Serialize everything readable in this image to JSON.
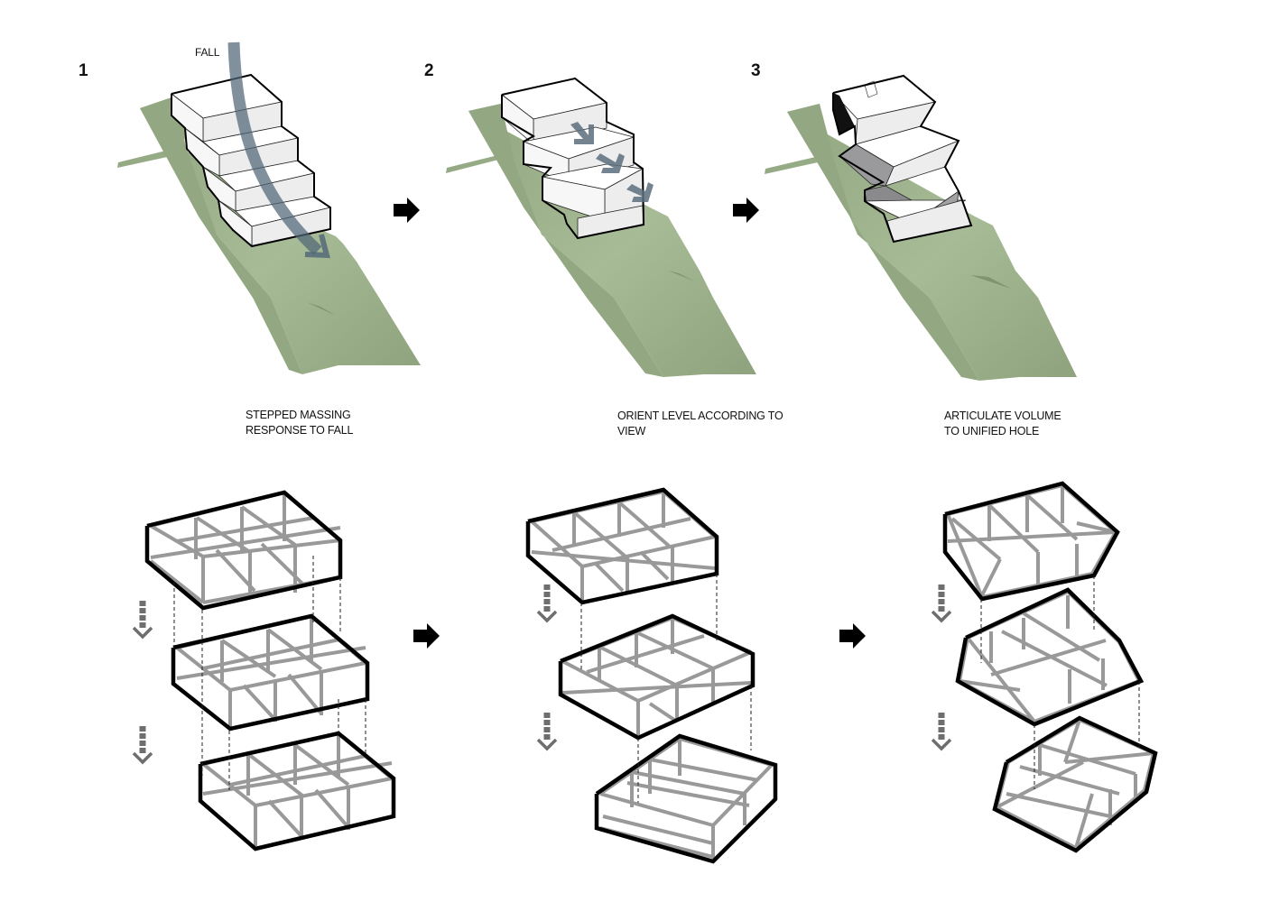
{
  "title": "Massing development diagram",
  "steps": [
    {
      "number": "1",
      "caption_line1": "STEPPED MASSING",
      "caption_line2": "RESPONSE  TO FALL",
      "annotation": "FALL"
    },
    {
      "number": "2",
      "caption_line1": "ORIENT LEVEL ACCORDING TO",
      "caption_line2": "VIEW"
    },
    {
      "number": "3",
      "caption_line1": "ARTICULATE VOLUME",
      "caption_line2": "TO UNIFIED HOLE"
    }
  ],
  "icons": {
    "step_arrow": "black-right-arrow-icon",
    "stack_arrow": "dashed-down-arrow-icon",
    "fall_arrow": "curved-fall-arrow-icon",
    "orient_arrow": "orientation-arrow-icon"
  },
  "colors": {
    "site_green": "#93a882",
    "fall_arrow": "#4f6577",
    "stack_arrow_gray": "#6e6e6e",
    "outline": "#000000",
    "frame_member": "#999999"
  }
}
